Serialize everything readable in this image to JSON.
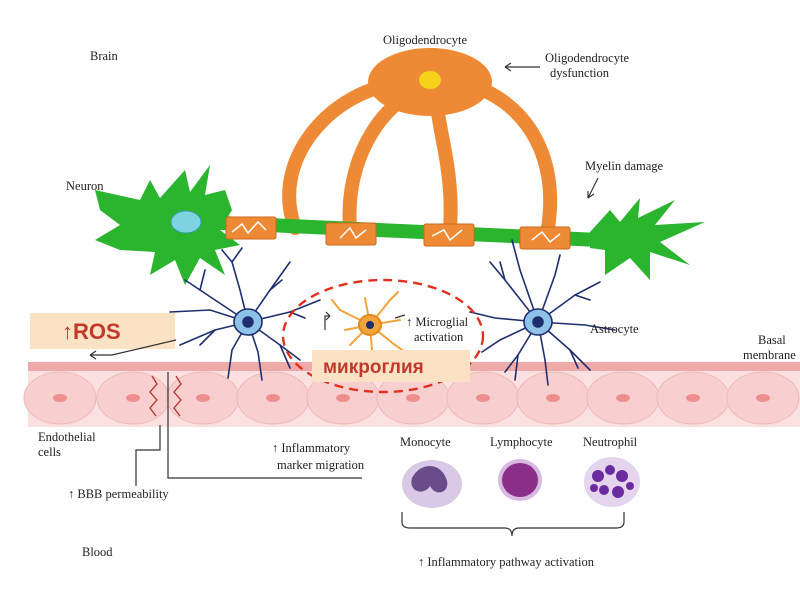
{
  "labels": {
    "brain": "Brain",
    "oligodendrocyte": "Oligodendrocyte",
    "oligo_dysfunction_1": "Oligodendrocyte",
    "oligo_dysfunction_2": "dysfunction",
    "myelin_damage": "Myelin damage",
    "neuron": "Neuron",
    "microglial_1": "↑ Microglial",
    "microglial_2": "activation",
    "astrocyte": "Astrocyte",
    "basal_1": "Basal",
    "basal_2": "membrane",
    "endothelial_1": "Endothelial",
    "endothelial_2": "cells",
    "inflammatory_marker_1": "↑ Inflammatory",
    "inflammatory_marker_2": "marker migration",
    "monocyte": "Monocyte",
    "lymphocyte": "Lymphocyte",
    "neutrophil": "Neutrophil",
    "bbb": "↑ BBB permeability",
    "blood": "Blood",
    "pathway": "↑ Inflammatory pathway activation",
    "ros": "↑ROS",
    "mikroglia": "микроглия"
  },
  "colors": {
    "oligodendrocyte": "#ee8a35",
    "neuron": "#2bb42e",
    "astrocyte": "#1f2f6e",
    "microglia": "#f2a33a",
    "endothelial": "#f8cfcf",
    "highlight_box": "#fbe2c4",
    "annotation_red": "#c0392b"
  }
}
